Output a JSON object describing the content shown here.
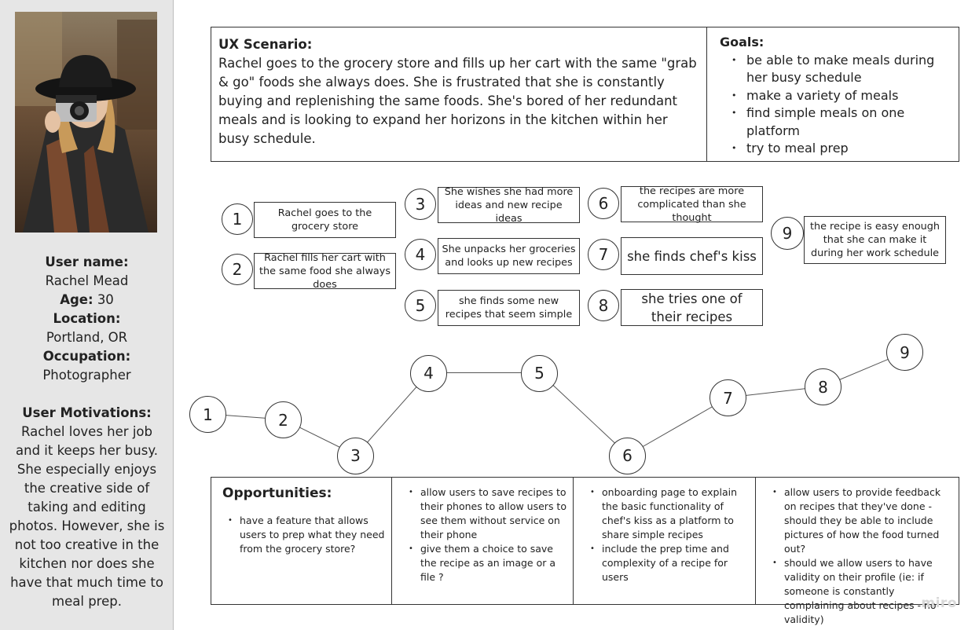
{
  "profile": {
    "name_label": "User name:",
    "name": "Rachel Mead",
    "age_label": "Age:",
    "age": "30",
    "location_label": "Location:",
    "location": "Portland, OR",
    "occupation_label": "Occupation:",
    "occupation": "Photographer",
    "motivations_label": "User Motivations:",
    "motivations": "Rachel loves her job and it keeps her busy. She especially enjoys the creative side of taking and editing photos. However, she is not too creative in the kitchen nor does she have that much time to meal prep."
  },
  "scenario": {
    "title": "UX Scenario:",
    "text": "Rachel goes to the grocery store and fills up her cart with the same \"grab & go\" foods she always does. She is frustrated that she is constantly buying and replenishing the same foods. She's bored of her redundant meals and is looking to expand her horizons in the kitchen within her busy schedule."
  },
  "goals": {
    "title": "Goals:",
    "items": [
      "be able to make meals during her busy schedule",
      "make a variety of meals",
      "find simple meals on one platform",
      "try to meal prep"
    ]
  },
  "steps": [
    {
      "num": "1",
      "text": "Rachel goes to the grocery store"
    },
    {
      "num": "2",
      "text": "Rachel fills her cart with the same food she always does"
    },
    {
      "num": "3",
      "text": "She wishes she had more ideas and new recipe ideas"
    },
    {
      "num": "4",
      "text": "She unpacks her groceries and looks up new recipes"
    },
    {
      "num": "5",
      "text": "she finds some new recipes that seem simple"
    },
    {
      "num": "6",
      "text": "the recipes are more complicated than she thought"
    },
    {
      "num": "7",
      "text": "she finds chef's kiss"
    },
    {
      "num": "8",
      "text": "she tries one of their recipes"
    },
    {
      "num": "9",
      "text": "the recipe is easy enough that she can make it during her work schedule"
    }
  ],
  "journey": {
    "points": [
      {
        "label": "1",
        "level": 4
      },
      {
        "label": "2",
        "level": 3.6
      },
      {
        "label": "3",
        "level": 1
      },
      {
        "label": "4",
        "level": 7
      },
      {
        "label": "5",
        "level": 7
      },
      {
        "label": "6",
        "level": 1
      },
      {
        "label": "7",
        "level": 5.2
      },
      {
        "label": "8",
        "level": 6
      },
      {
        "label": "9",
        "level": 8.5
      }
    ]
  },
  "opportunities": {
    "title": "Opportunities:",
    "col1": [
      "have a feature that allows users to prep what they need from the grocery store?"
    ],
    "col2": [
      "allow users to save recipes to their phones to allow users to see them without service on their phone",
      "give them a choice to save the recipe as an image or a file ?"
    ],
    "col3": [
      "onboarding page to explain the basic functionality of chef's kiss as a platform to share simple recipes",
      "include the prep time and complexity of a recipe for users"
    ],
    "col4": [
      "allow users to provide feedback on recipes that they've done - should they be able to include pictures of how the food turned out?",
      "should we allow users to have validity on their profile (ie: if someone is constantly complaining about recipes - no validity)"
    ]
  },
  "watermark": "miro"
}
